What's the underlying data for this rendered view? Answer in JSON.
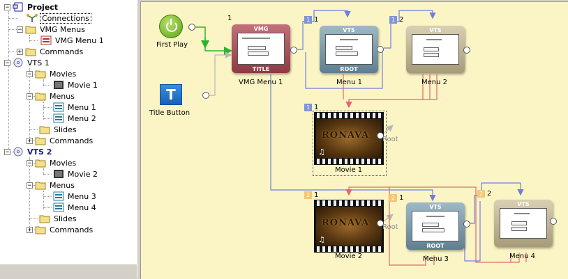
{
  "tree": {
    "project": "Project",
    "connections": "Connections",
    "vmg_menus": "VMG Menus",
    "vmg_menu_1": "VMG Menu 1",
    "commands_root": "Commands",
    "vts1": "VTS 1",
    "vts1_movies": "Movies",
    "vts1_movie1": "Movie 1",
    "vts1_menus": "Menus",
    "vts1_menu1": "Menu 1",
    "vts1_menu2": "Menu 2",
    "vts1_slides": "Slides",
    "vts1_commands": "Commands",
    "vts2": "VTS 2",
    "vts2_movies": "Movies",
    "vts2_movie2": "Movie 2",
    "vts2_menus": "Menus",
    "vts2_menu3": "Menu 3",
    "vts2_menu4": "Menu 4",
    "vts2_slides": "Slides",
    "vts2_commands": "Commands",
    "expander_collapsed": "+",
    "expander_expanded": "−"
  },
  "canvas": {
    "first_play": "First Play",
    "title_button": "Title Button",
    "title_button_glyph": "T",
    "vmg_menu_1": {
      "label": "VMG Menu 1",
      "header": "VMG",
      "footer": "TITLE",
      "number": "1"
    },
    "menu_1": {
      "label": "Menu 1",
      "header": "VTS",
      "footer": "ROOT",
      "number": "1",
      "badge": "1"
    },
    "menu_2": {
      "label": "Menu 2",
      "header": "VTS",
      "number": "2",
      "badge": "1"
    },
    "movie_1": {
      "label": "Movie 1",
      "number": "1",
      "badge": "1",
      "root": "Root",
      "logo": "RONAVA"
    },
    "movie_2": {
      "label": "Movie 2",
      "number": "1",
      "badge": "2",
      "root": "Root",
      "logo": "RONAVA"
    },
    "menu_3": {
      "label": "Menu 3",
      "header": "VTS",
      "footer": "ROOT",
      "number": "1",
      "badge": "2"
    },
    "menu_4": {
      "label": "Menu 4",
      "header": "VTS",
      "number": "2",
      "badge": "2"
    },
    "note_glyph": "♫"
  },
  "colors": {
    "canvas_bg": "#fbf4c5",
    "wire_blue": "#6e7fe0",
    "wire_red": "#e06a6a",
    "wire_green": "#2cb52c",
    "wire_gray": "#b8b8b8"
  }
}
